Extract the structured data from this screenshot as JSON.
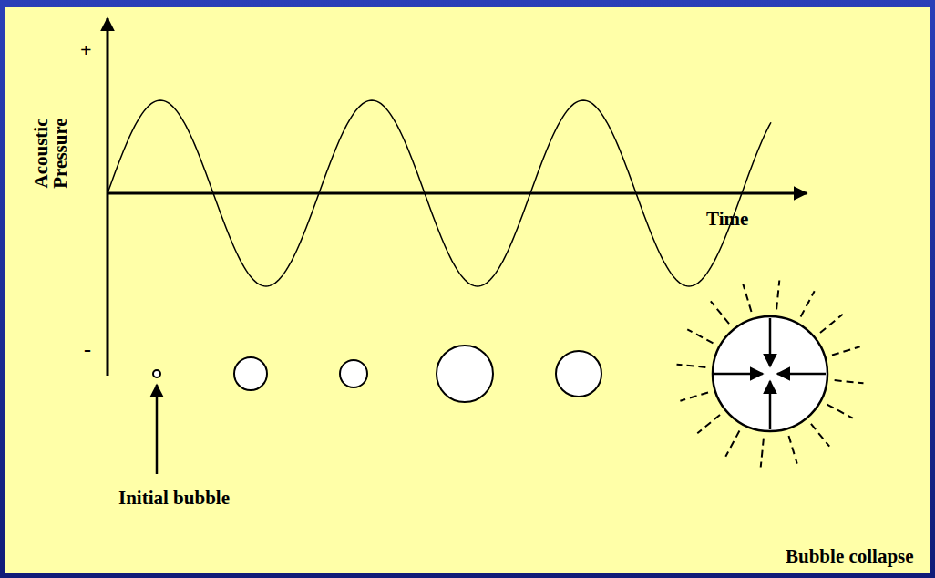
{
  "diagram": {
    "labels": [
      "Acoustic Pressure",
      "+",
      "-",
      "Time",
      "Initial bubble",
      "Bubble collapse"
    ]
  }
}
